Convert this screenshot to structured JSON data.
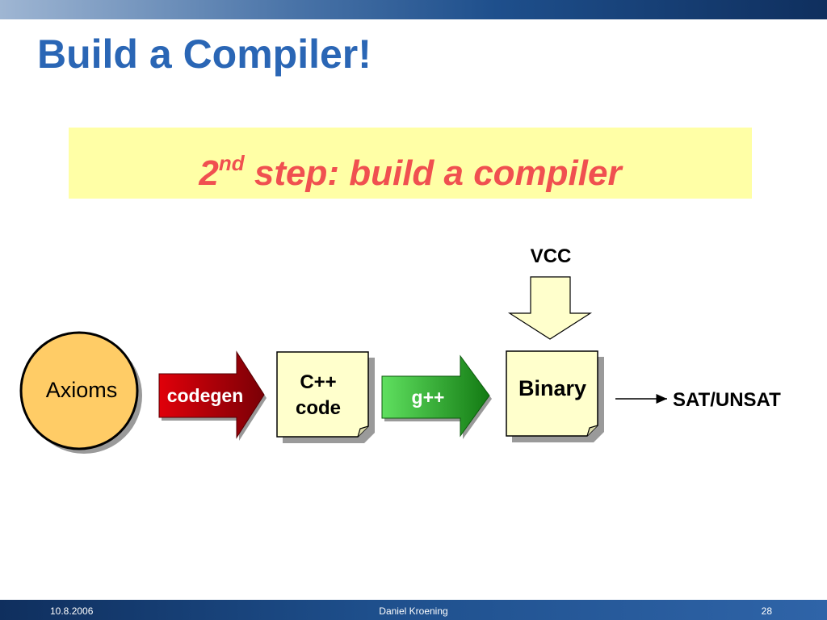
{
  "slide": {
    "title": "Build a Compiler!",
    "subtitle_num": "2",
    "subtitle_sup": "nd",
    "subtitle_rest": " step: build a compiler"
  },
  "diagram": {
    "axioms": "Axioms",
    "codegen": "codegen",
    "cpp_line1": "C++",
    "cpp_line2": "code",
    "gpp": "g++",
    "binary": "Binary",
    "vcc": "VCC",
    "result": "SAT/UNSAT"
  },
  "footer": {
    "date": "10.8.2006",
    "author": "Daniel Kroening",
    "page": "28"
  }
}
